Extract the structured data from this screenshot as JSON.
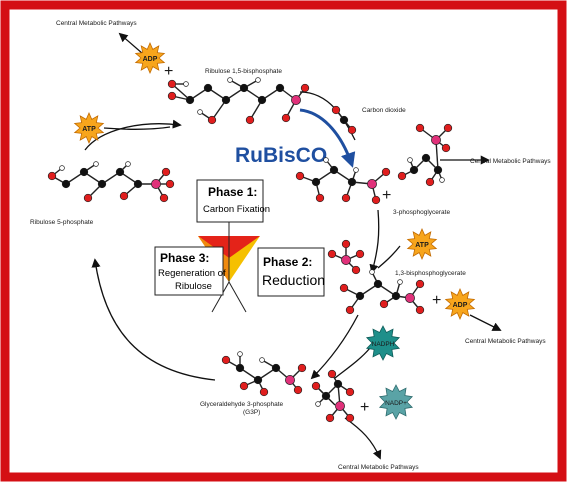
{
  "colors": {
    "frame": "#d40f14",
    "rubisco": "#1f4fa0",
    "carbon": "#111111",
    "oxygen": "#e01e1e",
    "phosphorus": "#e0317a",
    "hydrogen": "#ffffff",
    "atp_adp": "#f7a51c",
    "nadph": "#1e8f8a",
    "nadp": "#5aa3a6"
  },
  "labels": {
    "top_pathways": "Central Metabolic Pathways",
    "rubp": "Ribulose 1,5-bisphosphate",
    "co2": "Carbon dioxide",
    "right_pathways": "Central Metabolic Pathways",
    "pga": "3-phosphoglycerate",
    "bpg": "1,3-bisphosphoglycerate",
    "bottom_right_pathways": "Central Metabolic Pathways",
    "g3p_line1": "Glyceraldehyde 3-phosphate",
    "g3p_line2": "(G3P)",
    "bottom_pathways": "Central Metabolic Pathways",
    "ribulose5p": "Ribulose 5-phosphate"
  },
  "enzyme": "RuBisCO",
  "cofactors": {
    "adp_top": "ADP",
    "atp_left": "ATP",
    "atp_right": "ATP",
    "adp_right": "ADP",
    "nadph": "NADPH",
    "nadp": "NADP+"
  },
  "phases": {
    "phase1_title": "Phase 1:",
    "phase1_sub": "Carbon Fixation",
    "phase2_title": "Phase 2:",
    "phase2_sub": "Reduction",
    "phase3_title": "Phase 3:",
    "phase3_sub1": "Regeneration of",
    "phase3_sub2": "Ribulose"
  },
  "plus": "+"
}
